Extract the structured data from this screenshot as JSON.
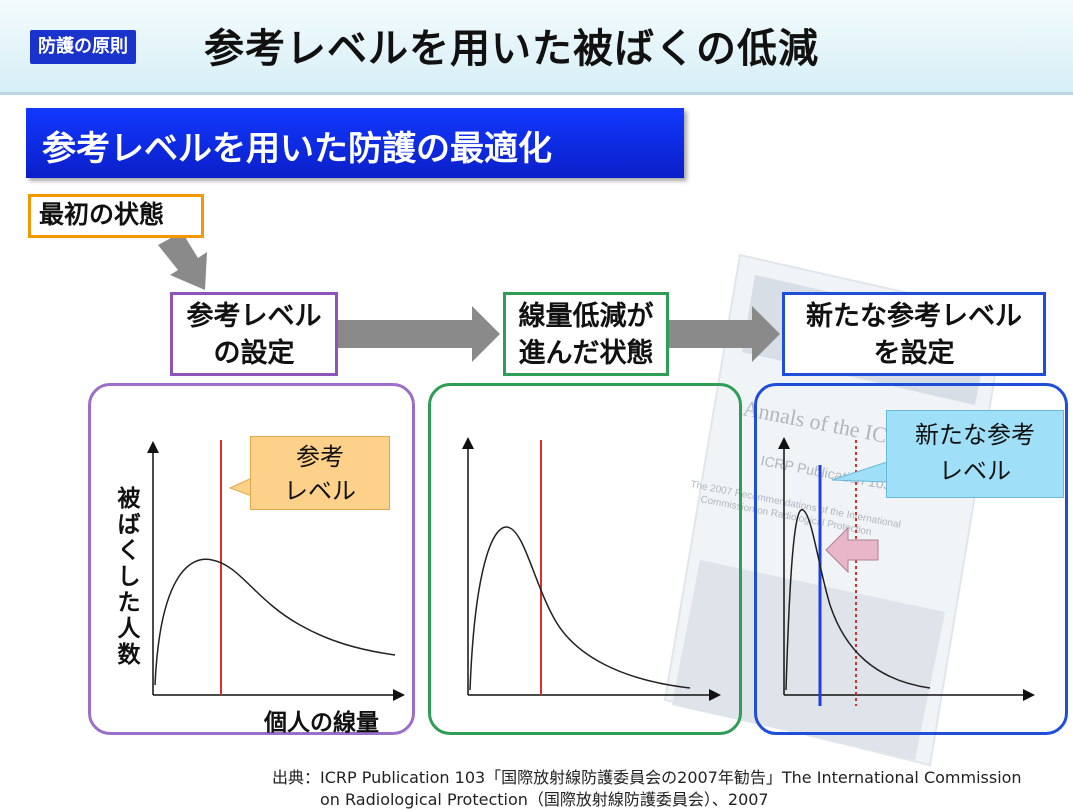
{
  "header": {
    "badge": "防護の原則",
    "title": "参考レベルを用いた被ばくの低減"
  },
  "subtitle": "参考レベルを用いた防護の最適化",
  "flow": {
    "initial": "最初の状態",
    "stage1": [
      "参考レベル",
      "の設定"
    ],
    "stage2": [
      "線量低減が",
      "進んだ状態"
    ],
    "stage3": [
      "新たな参考レベル",
      "を設定"
    ]
  },
  "callouts": {
    "reference": [
      "参考",
      "レベル"
    ],
    "new_reference": [
      "新たな参考",
      "レベル"
    ]
  },
  "axes": {
    "ylabel": [
      "被",
      "ば",
      "く",
      "し",
      "た",
      "人",
      "数"
    ],
    "xlabel": "個人の線量"
  },
  "background_document": {
    "lines": [
      "Annals of the ICRP",
      "ICRP Publication 103",
      "The 2007 Recommendations of the International",
      "Commission on Radiological Protection"
    ]
  },
  "source": {
    "line1": "出典：ICRP Publication 103「国際放射線防護委員会の2007年勧告」The International  Commission",
    "line2": "on Radiological Protection（国際放射線防護委員会）、2007"
  },
  "colors": {
    "accent_blue": "#1a33cc",
    "orange": "#f39800",
    "purple": "#8e55b8",
    "green": "#2e9e57",
    "blue": "#1f4fd9",
    "reference_line": "#d9302a",
    "new_reference_line": "#1f3fe0"
  }
}
